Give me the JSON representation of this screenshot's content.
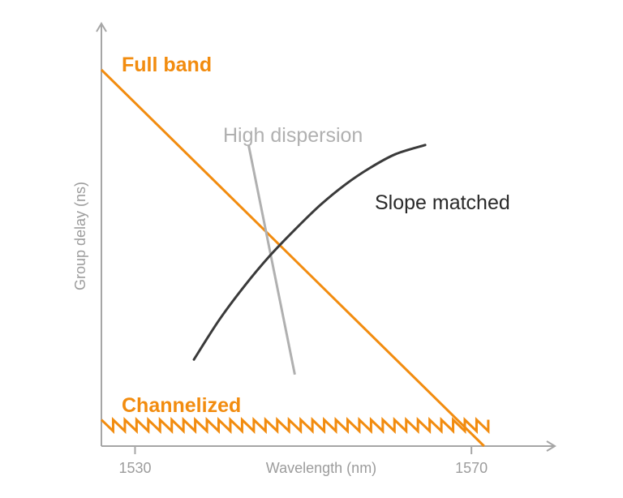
{
  "chart_data": {
    "type": "line",
    "xlabel": "Wavelength (nm)",
    "ylabel": "Group delay (ns)",
    "x_ticks": [
      {
        "value": 1530,
        "label": "1530"
      },
      {
        "value": 1570,
        "label": "1570"
      }
    ],
    "xlim": [
      1526,
      1575
    ],
    "ylim": [
      0,
      100
    ],
    "grid": false,
    "series": [
      {
        "name": "Full band",
        "color": "#f28c0f",
        "style": "straight",
        "x": [
          1526,
          1571.5
        ],
        "y": [
          100,
          0
        ]
      },
      {
        "name": "High dispersion",
        "color": "#b0b0b0",
        "style": "straight",
        "x": [
          1543.5,
          1549
        ],
        "y": [
          80,
          19
        ]
      },
      {
        "name": "Slope matched",
        "color": "#3a3a3a",
        "style": "curve",
        "x": [
          1537,
          1540,
          1543,
          1546,
          1549,
          1552,
          1555,
          1558,
          1561,
          1564.5
        ],
        "y": [
          23,
          33.5,
          42.5,
          50.5,
          57.5,
          64,
          69.5,
          74,
          77.6,
          80
        ]
      },
      {
        "name": "Channelized",
        "color": "#f28c0f",
        "style": "zigzag",
        "x_range": [
          1526,
          1572
        ],
        "y_range": [
          4,
          7
        ],
        "teeth": 33
      }
    ],
    "annotations": [
      {
        "series": "Full band",
        "text": "Full band",
        "color": "#f28c0f",
        "weight": "bold"
      },
      {
        "series": "High dispersion",
        "text": "High dispersion",
        "color": "#b0b0b0",
        "weight": "normal"
      },
      {
        "series": "Slope matched",
        "text": "Slope matched",
        "color": "#2a2a2a",
        "weight": "normal"
      },
      {
        "series": "Channelized",
        "text": "Channelized",
        "color": "#f28c0f",
        "weight": "bold"
      }
    ],
    "axis_color": "#a6a6a6",
    "label_color": "#9c9c9c"
  }
}
